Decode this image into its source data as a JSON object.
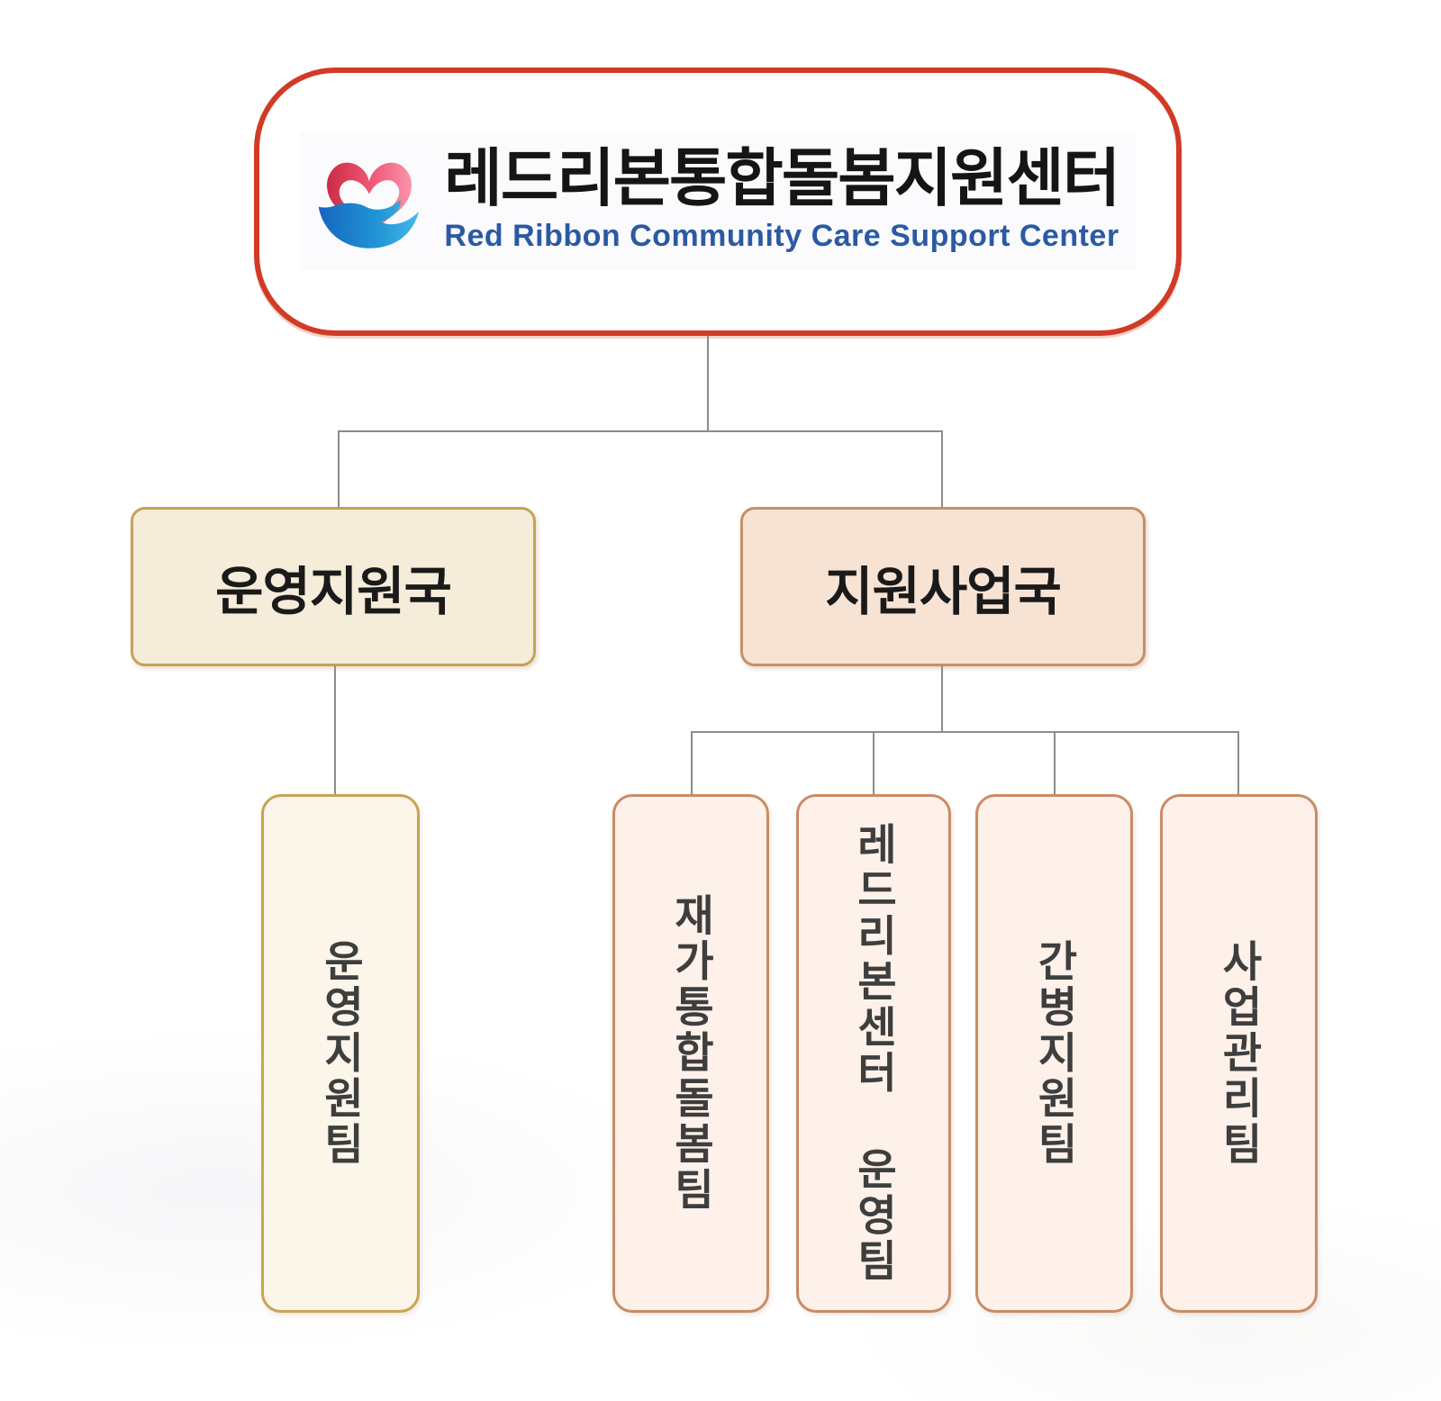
{
  "theme": {
    "page-bg": "#fdfdfd",
    "root-bg": "#ffffff",
    "root-border": "#d13b26",
    "title-color": "#151515",
    "subtitle-color": "#2b5aa3",
    "line-color": "#8c8c8c",
    "dept-left-bg": "#f5ecd9",
    "dept-left-border": "#c5a258",
    "dept-right-bg": "#f7e3d4",
    "dept-right-border": "#c78f66",
    "team-left-bg": "#fbf6e9",
    "team-left-border": "#c8a455",
    "team-right-bg": "#fdf1e9",
    "team-right-border": "#c98c66",
    "node-text": "#1a1a1a",
    "team-text": "#3e3e3e",
    "logo-heart-dark": "#d5374d",
    "logo-heart-light": "#f88ba6",
    "logo-hand-dark": "#1565c0",
    "logo-hand-light": "#3fb6e8"
  },
  "icons": {
    "logo": "heart-in-hands-icon"
  },
  "root": {
    "title_ko": "레드리본통합돌봄지원센터",
    "title_en": "Red Ribbon Community Care Support Center"
  },
  "departments": [
    {
      "label": "운영지원국"
    },
    {
      "label": "지원사업국"
    }
  ],
  "teams": {
    "operations": [
      {
        "label": "운영지원팀"
      }
    ],
    "business": [
      {
        "label": "재가통합돌봄팀"
      },
      {
        "label": "레드리본센터 운영팀"
      },
      {
        "label": "간병지원팀"
      },
      {
        "label": "사업관리팀"
      }
    ]
  }
}
